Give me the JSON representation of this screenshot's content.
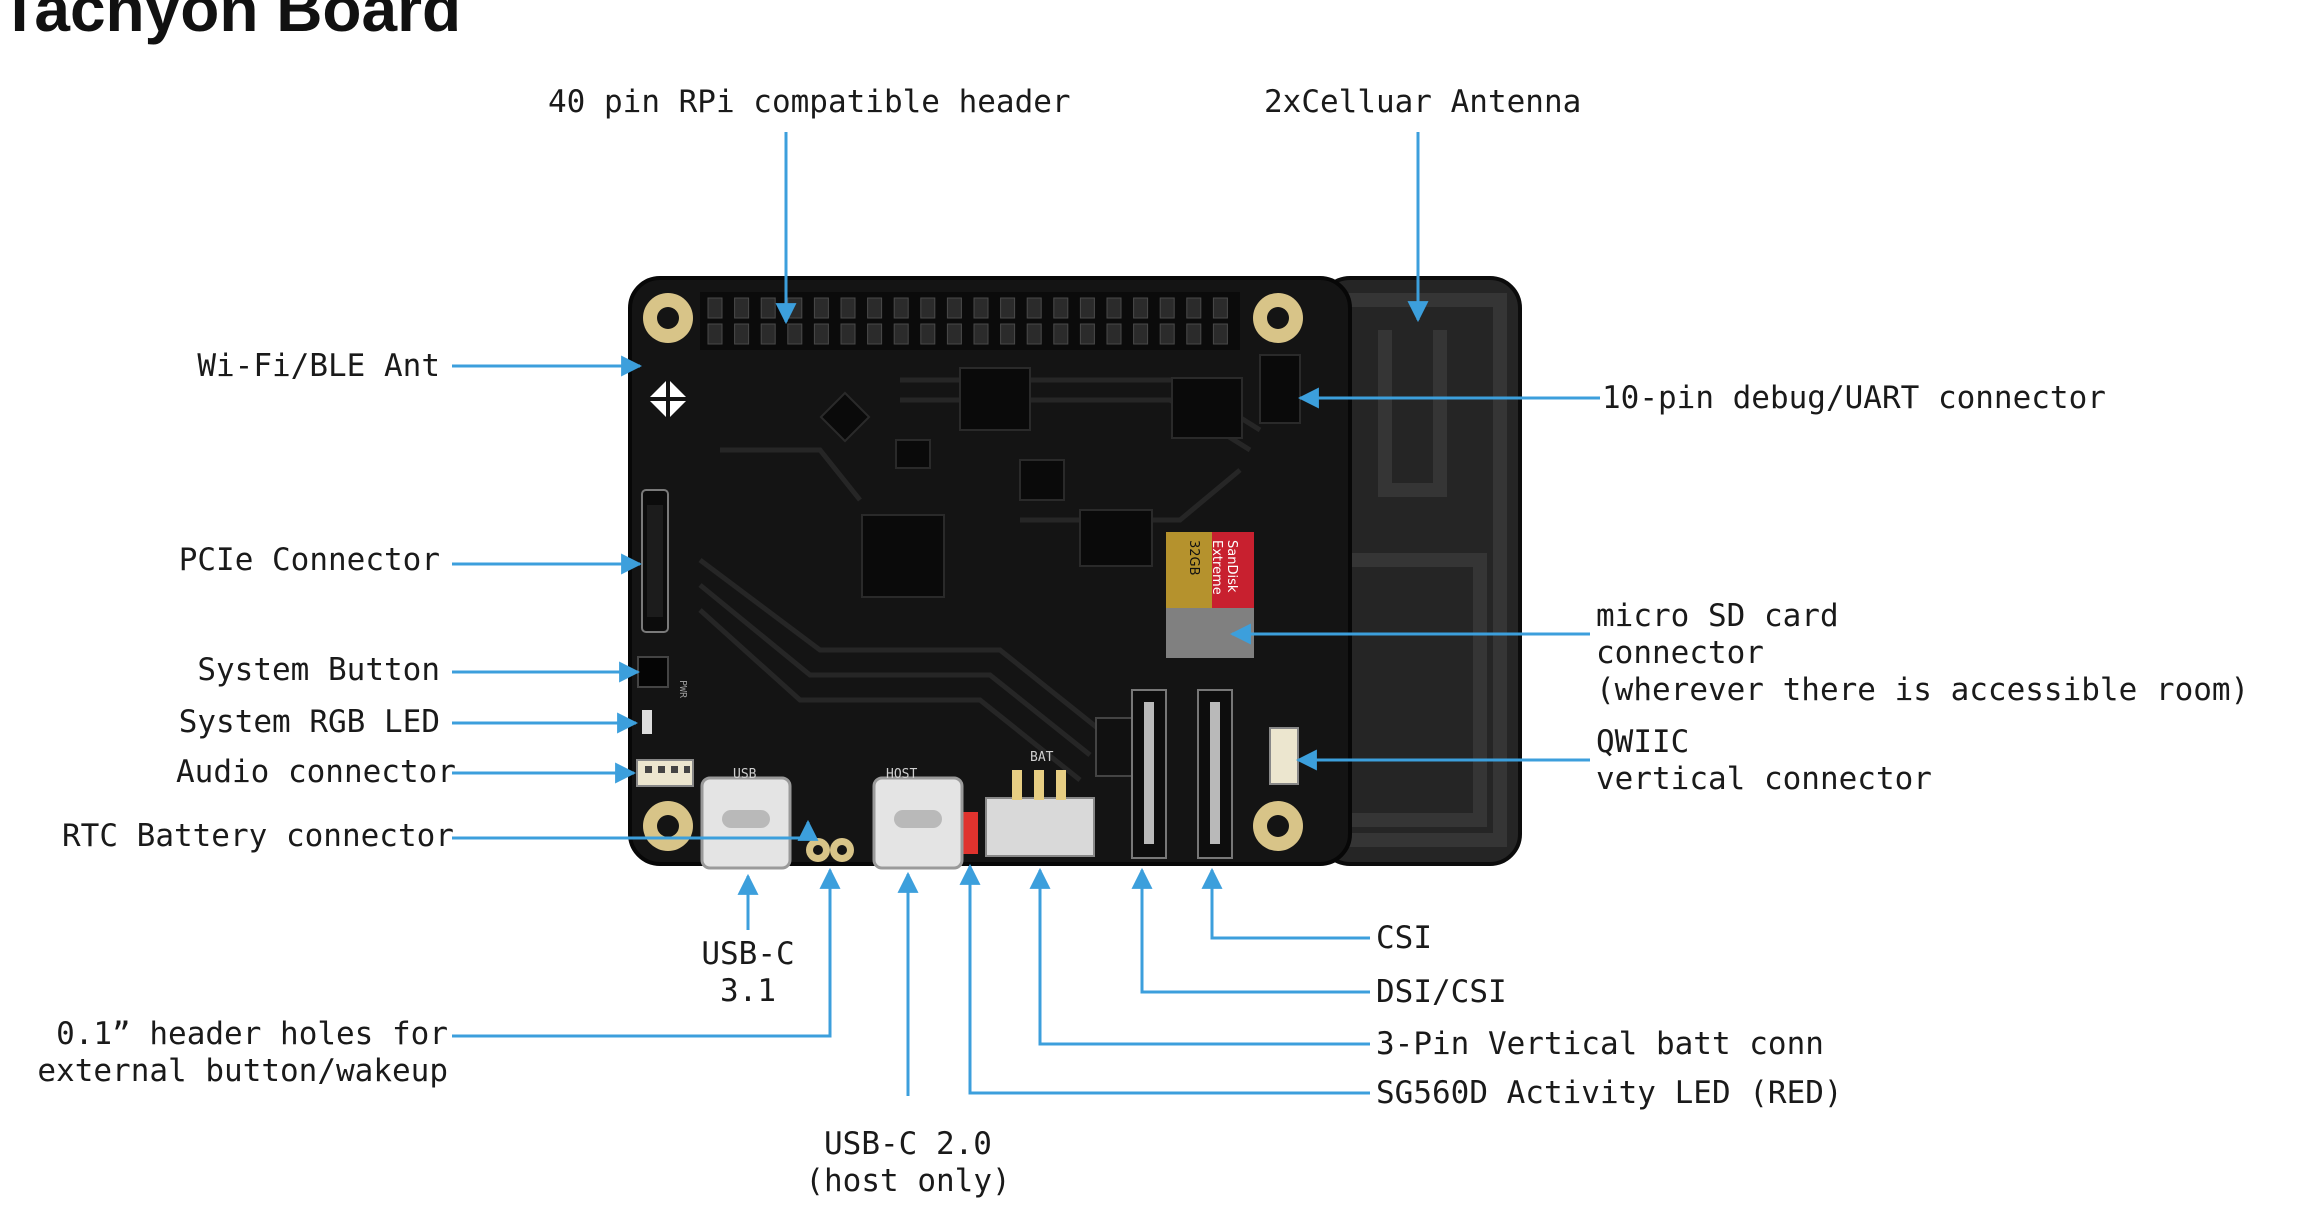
{
  "title": "Tachyon Board",
  "colors": {
    "arrow": "#3c9fdc",
    "board": "#141414",
    "pad": "#d8c488",
    "text": "#1a1a1a"
  },
  "callouts": {
    "header_40pin": "40 pin RPi compatible header",
    "cellular": "2xCelluar Antenna",
    "wifi": "Wi-Fi/BLE Ant",
    "debug": "10-pin debug/UART connector",
    "pcie": "PCIe Connector",
    "microsd_1": "micro SD card",
    "microsd_2": "connector",
    "microsd_3": "(wherever there is accessible room)",
    "sysbtn": "System Button",
    "rgbled": "System RGB LED",
    "audio": "Audio connector",
    "qwiic_1": "QWIIC",
    "qwiic_2": "vertical connector",
    "rtc": "RTC Battery connector",
    "usbc31_1": "USB-C",
    "usbc31_2": "3.1",
    "csi": "CSI",
    "dsicsi": "DSI/CSI",
    "holes_1": "0.1” header holes for",
    "holes_2": "external button/wakeup",
    "batt": "3-Pin Vertical batt conn",
    "actled": "SG560D Activity LED (RED)",
    "usbc20_1": "USB-C 2.0",
    "usbc20_2": "(host only)"
  },
  "silkscreen": {
    "usb": "USB",
    "host": "HOST",
    "bat": "BAT",
    "pwr": "PWR",
    "sd_brand": "SanDisk",
    "sd_line": "Extreme",
    "sd_capacity": "32GB"
  }
}
